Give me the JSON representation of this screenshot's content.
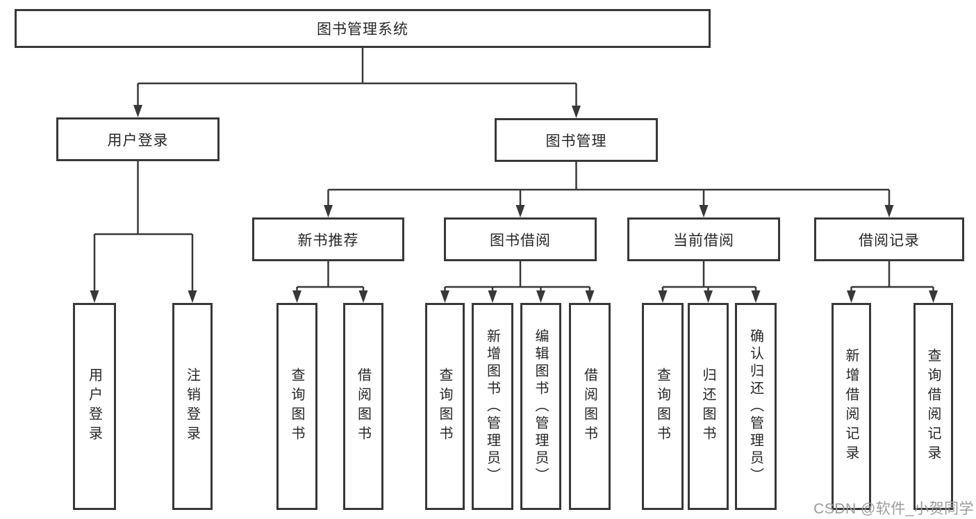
{
  "diagram": {
    "root": {
      "label": "图书管理系统",
      "children": [
        {
          "label": "用户登录",
          "children": [
            {
              "label": "用户登录"
            },
            {
              "label": "注销登录"
            }
          ]
        },
        {
          "label": "图书管理",
          "children": [
            {
              "label": "新书推荐",
              "children": [
                {
                  "label": "查询图书"
                },
                {
                  "label": "借阅图书"
                }
              ]
            },
            {
              "label": "图书借阅",
              "children": [
                {
                  "label": "查询图书"
                },
                {
                  "label": "新增图书（管理员）"
                },
                {
                  "label": "编辑图书（管理员）"
                },
                {
                  "label": "借阅图书"
                }
              ]
            },
            {
              "label": "当前借阅",
              "children": [
                {
                  "label": "查询图书"
                },
                {
                  "label": "归还图书"
                },
                {
                  "label": "确认归还（管理员）"
                }
              ]
            },
            {
              "label": "借阅记录",
              "children": [
                {
                  "label": "新增借阅记录"
                },
                {
                  "label": "查询借阅记录"
                }
              ]
            }
          ]
        }
      ]
    },
    "colors": {
      "line": "#383838",
      "box_border": "#383838",
      "box_fill": "#ffffff",
      "text": "#262626",
      "background": "#ffffff",
      "watermark": "#9b9b9b"
    }
  },
  "watermark": {
    "text": "CSDN @软件_小贺同学"
  }
}
